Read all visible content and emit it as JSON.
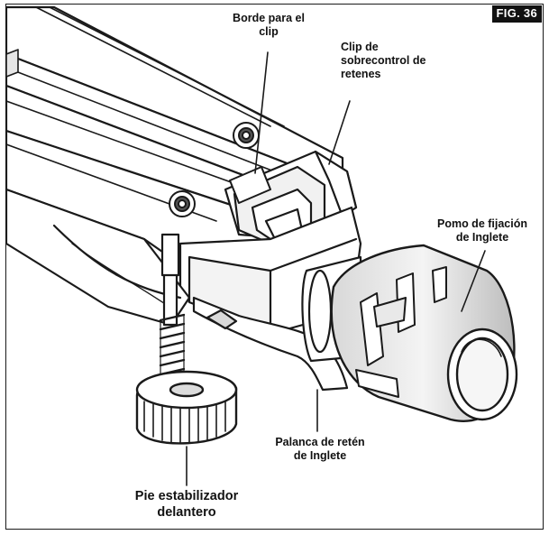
{
  "figure": {
    "badge": "FIG. 36",
    "labels": {
      "clip_edge": "Borde para el\nclip",
      "detent_override_clip": "Clip de\nsobrecontrol de\nretenes",
      "miter_lock_knob": "Pomo de fijación\nde Inglete",
      "miter_detent_lever": "Palanca de retén\nde Inglete",
      "front_stabilizer_foot": "Pie estabilizador\ndelantero"
    }
  }
}
